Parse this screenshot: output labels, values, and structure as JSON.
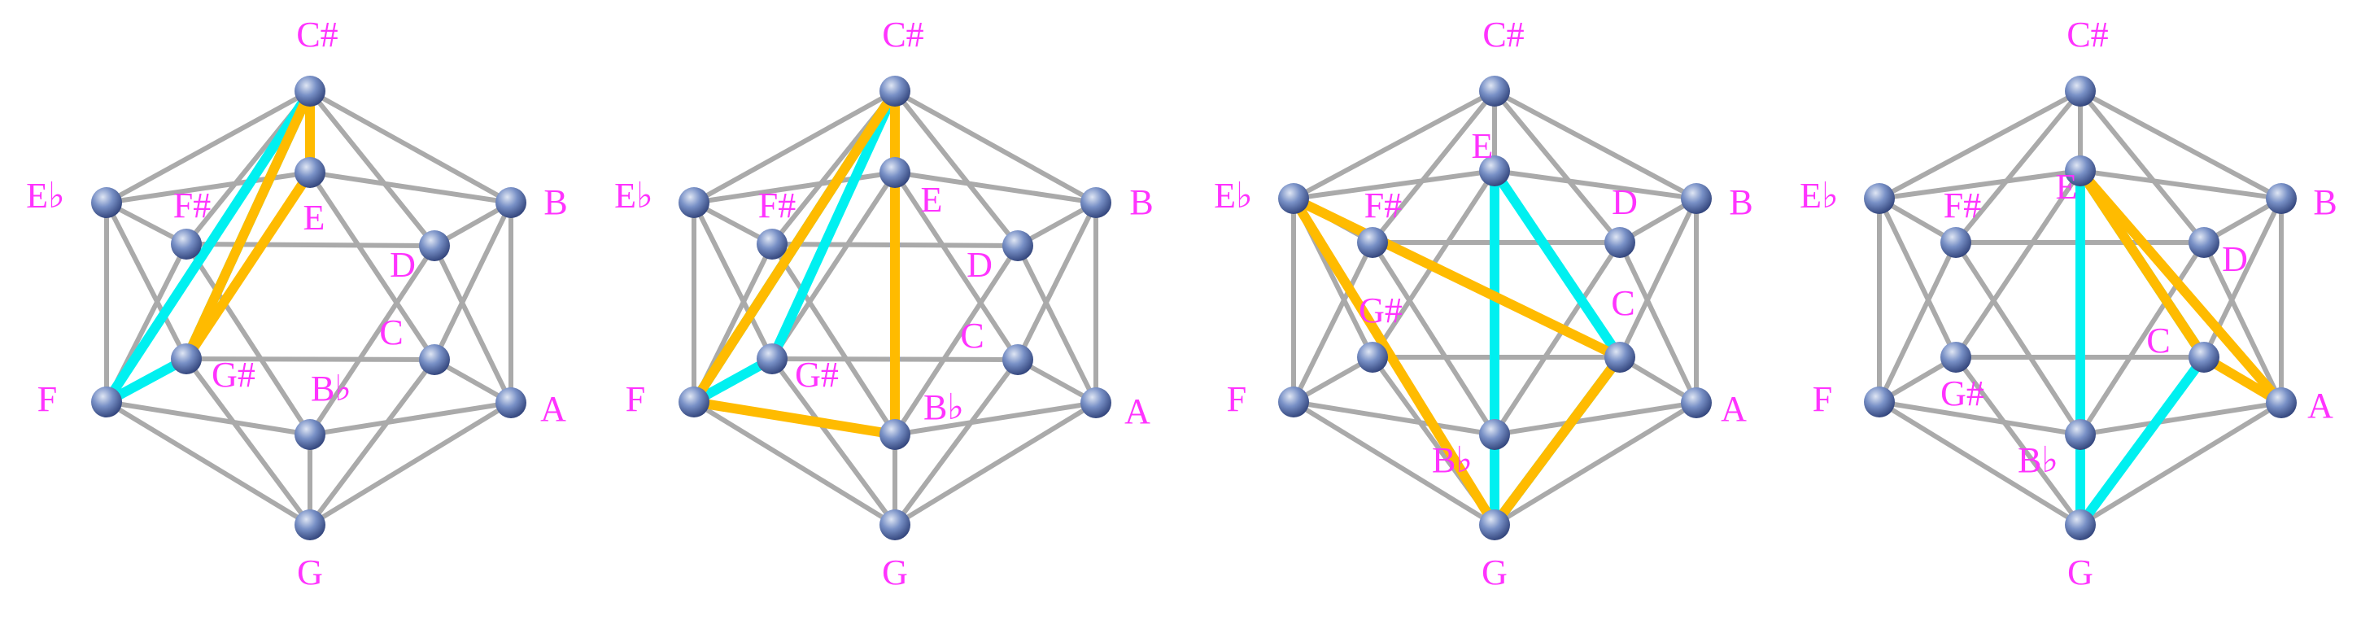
{
  "colors": {
    "edge": "#aaaaaa",
    "label": "#ff33ff",
    "cyan": "#00f0f0",
    "orange": "#ffbb00",
    "node_light": "#d8e0f0",
    "node_mid": "#6f86be",
    "node_dark": "#34467a"
  },
  "diagrams": [
    {
      "id": "icosahedron-1",
      "labels": {
        "Csharp": "C#",
        "Eflat": "E♭",
        "B": "B",
        "Fsharp": "F#",
        "E": "E",
        "D": "D",
        "F": "F",
        "Gsharp": "G#",
        "C": "C",
        "Bflat": "B♭",
        "A": "A",
        "G": "G"
      },
      "highlights": [
        {
          "color": "cyan",
          "from": "Csharp",
          "to": "F"
        },
        {
          "color": "cyan",
          "from": "Csharp",
          "to": "Gsharp"
        },
        {
          "color": "cyan",
          "from": "F",
          "to": "Gsharp"
        },
        {
          "color": "orange",
          "from": "Csharp",
          "to": "E"
        },
        {
          "color": "orange",
          "from": "Csharp",
          "to": "Gsharp"
        },
        {
          "color": "orange",
          "from": "E",
          "to": "Gsharp"
        }
      ]
    },
    {
      "id": "icosahedron-2",
      "labels": {
        "Csharp": "C#",
        "Eflat": "E♭",
        "B": "B",
        "Fsharp": "F#",
        "E": "E",
        "D": "D",
        "F": "F",
        "Gsharp": "G#",
        "C": "C",
        "Bflat": "B♭",
        "A": "A",
        "G": "G"
      },
      "highlights": [
        {
          "color": "cyan",
          "from": "Csharp",
          "to": "F"
        },
        {
          "color": "cyan",
          "from": "Csharp",
          "to": "Gsharp"
        },
        {
          "color": "cyan",
          "from": "F",
          "to": "Gsharp"
        },
        {
          "color": "orange",
          "from": "Csharp",
          "to": "F"
        },
        {
          "color": "orange",
          "from": "Csharp",
          "to": "Bflat"
        },
        {
          "color": "orange",
          "from": "F",
          "to": "Bflat"
        }
      ]
    },
    {
      "id": "icosahedron-3",
      "labels": {
        "Csharp": "C#",
        "Eflat": "E♭",
        "B": "B",
        "Fsharp": "F#",
        "E": "E",
        "D": "D",
        "F": "F",
        "Gsharp": "G#",
        "C": "C",
        "Bflat": "B♭",
        "A": "A",
        "G": "G"
      },
      "highlights": [
        {
          "color": "cyan",
          "from": "E",
          "to": "G"
        },
        {
          "color": "cyan",
          "from": "E",
          "to": "C"
        },
        {
          "color": "cyan",
          "from": "C",
          "to": "G"
        },
        {
          "color": "orange",
          "from": "Eflat",
          "to": "C"
        },
        {
          "color": "orange",
          "from": "Eflat",
          "to": "G"
        },
        {
          "color": "orange",
          "from": "C",
          "to": "G"
        }
      ]
    },
    {
      "id": "icosahedron-4",
      "labels": {
        "Csharp": "C#",
        "Eflat": "E♭",
        "B": "B",
        "Fsharp": "F#",
        "E": "E",
        "D": "D",
        "F": "F",
        "Gsharp": "G#",
        "C": "C",
        "Bflat": "B♭",
        "A": "A",
        "G": "G"
      },
      "highlights": [
        {
          "color": "cyan",
          "from": "E",
          "to": "G"
        },
        {
          "color": "cyan",
          "from": "E",
          "to": "C"
        },
        {
          "color": "cyan",
          "from": "C",
          "to": "G"
        },
        {
          "color": "orange",
          "from": "E",
          "to": "C"
        },
        {
          "color": "orange",
          "from": "E",
          "to": "A"
        },
        {
          "color": "orange",
          "from": "C",
          "to": "A"
        }
      ]
    }
  ]
}
